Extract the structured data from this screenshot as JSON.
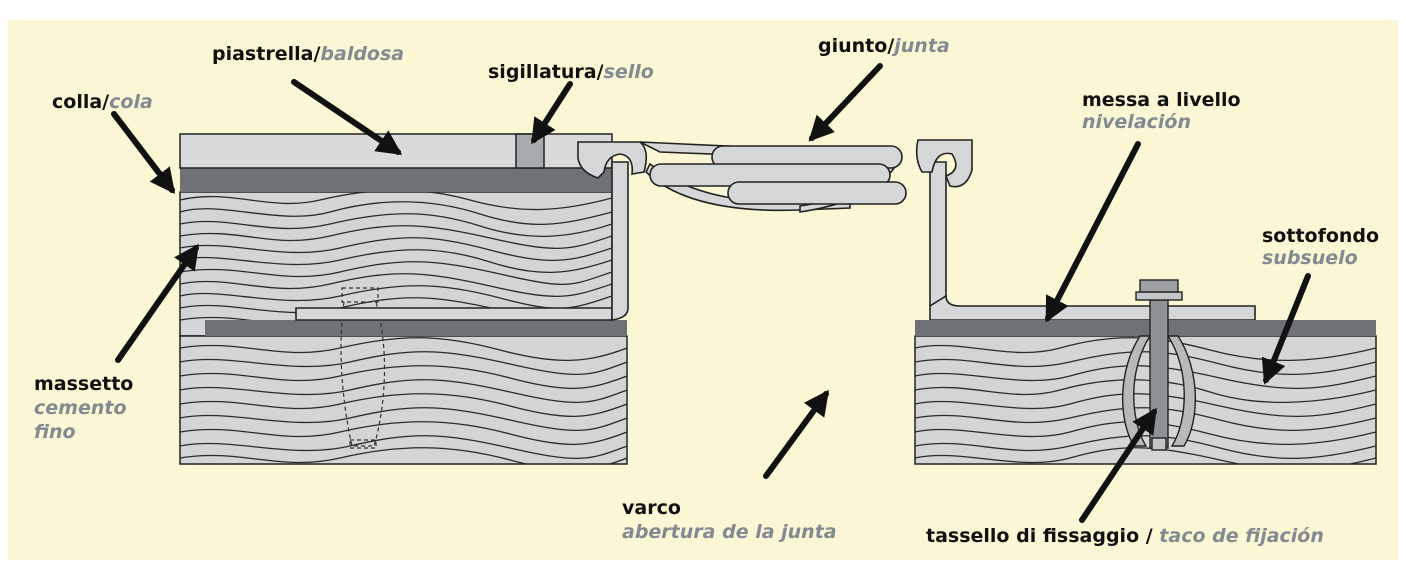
{
  "labels": {
    "colla": {
      "it": "colla",
      "es": "cola"
    },
    "piastrella": {
      "it": "piastrella",
      "es": "baldosa"
    },
    "sigillatura": {
      "it": "sigillatura",
      "es": "sello"
    },
    "giunto": {
      "it": "giunto",
      "es": "junta"
    },
    "messa": {
      "it": "messa a livello",
      "es": "nivelación"
    },
    "sottofondo": {
      "it": "sottofondo",
      "es": "subsuelo"
    },
    "massetto": {
      "it": "massetto",
      "es_line1": "cemento",
      "es_line2": "fino"
    },
    "varco": {
      "it": "varco",
      "es": "abertura de la junta"
    },
    "tassello": {
      "it": "tassello di fissaggio",
      "sep": " / ",
      "es": "taco de fijación"
    }
  },
  "colors": {
    "background": "#fbf6d3",
    "slab": "#d4d5d7",
    "adhesive": "#6e7175",
    "tile": "#d9dadc",
    "spanish_text": "#838a93",
    "italian_text": "#111111"
  }
}
